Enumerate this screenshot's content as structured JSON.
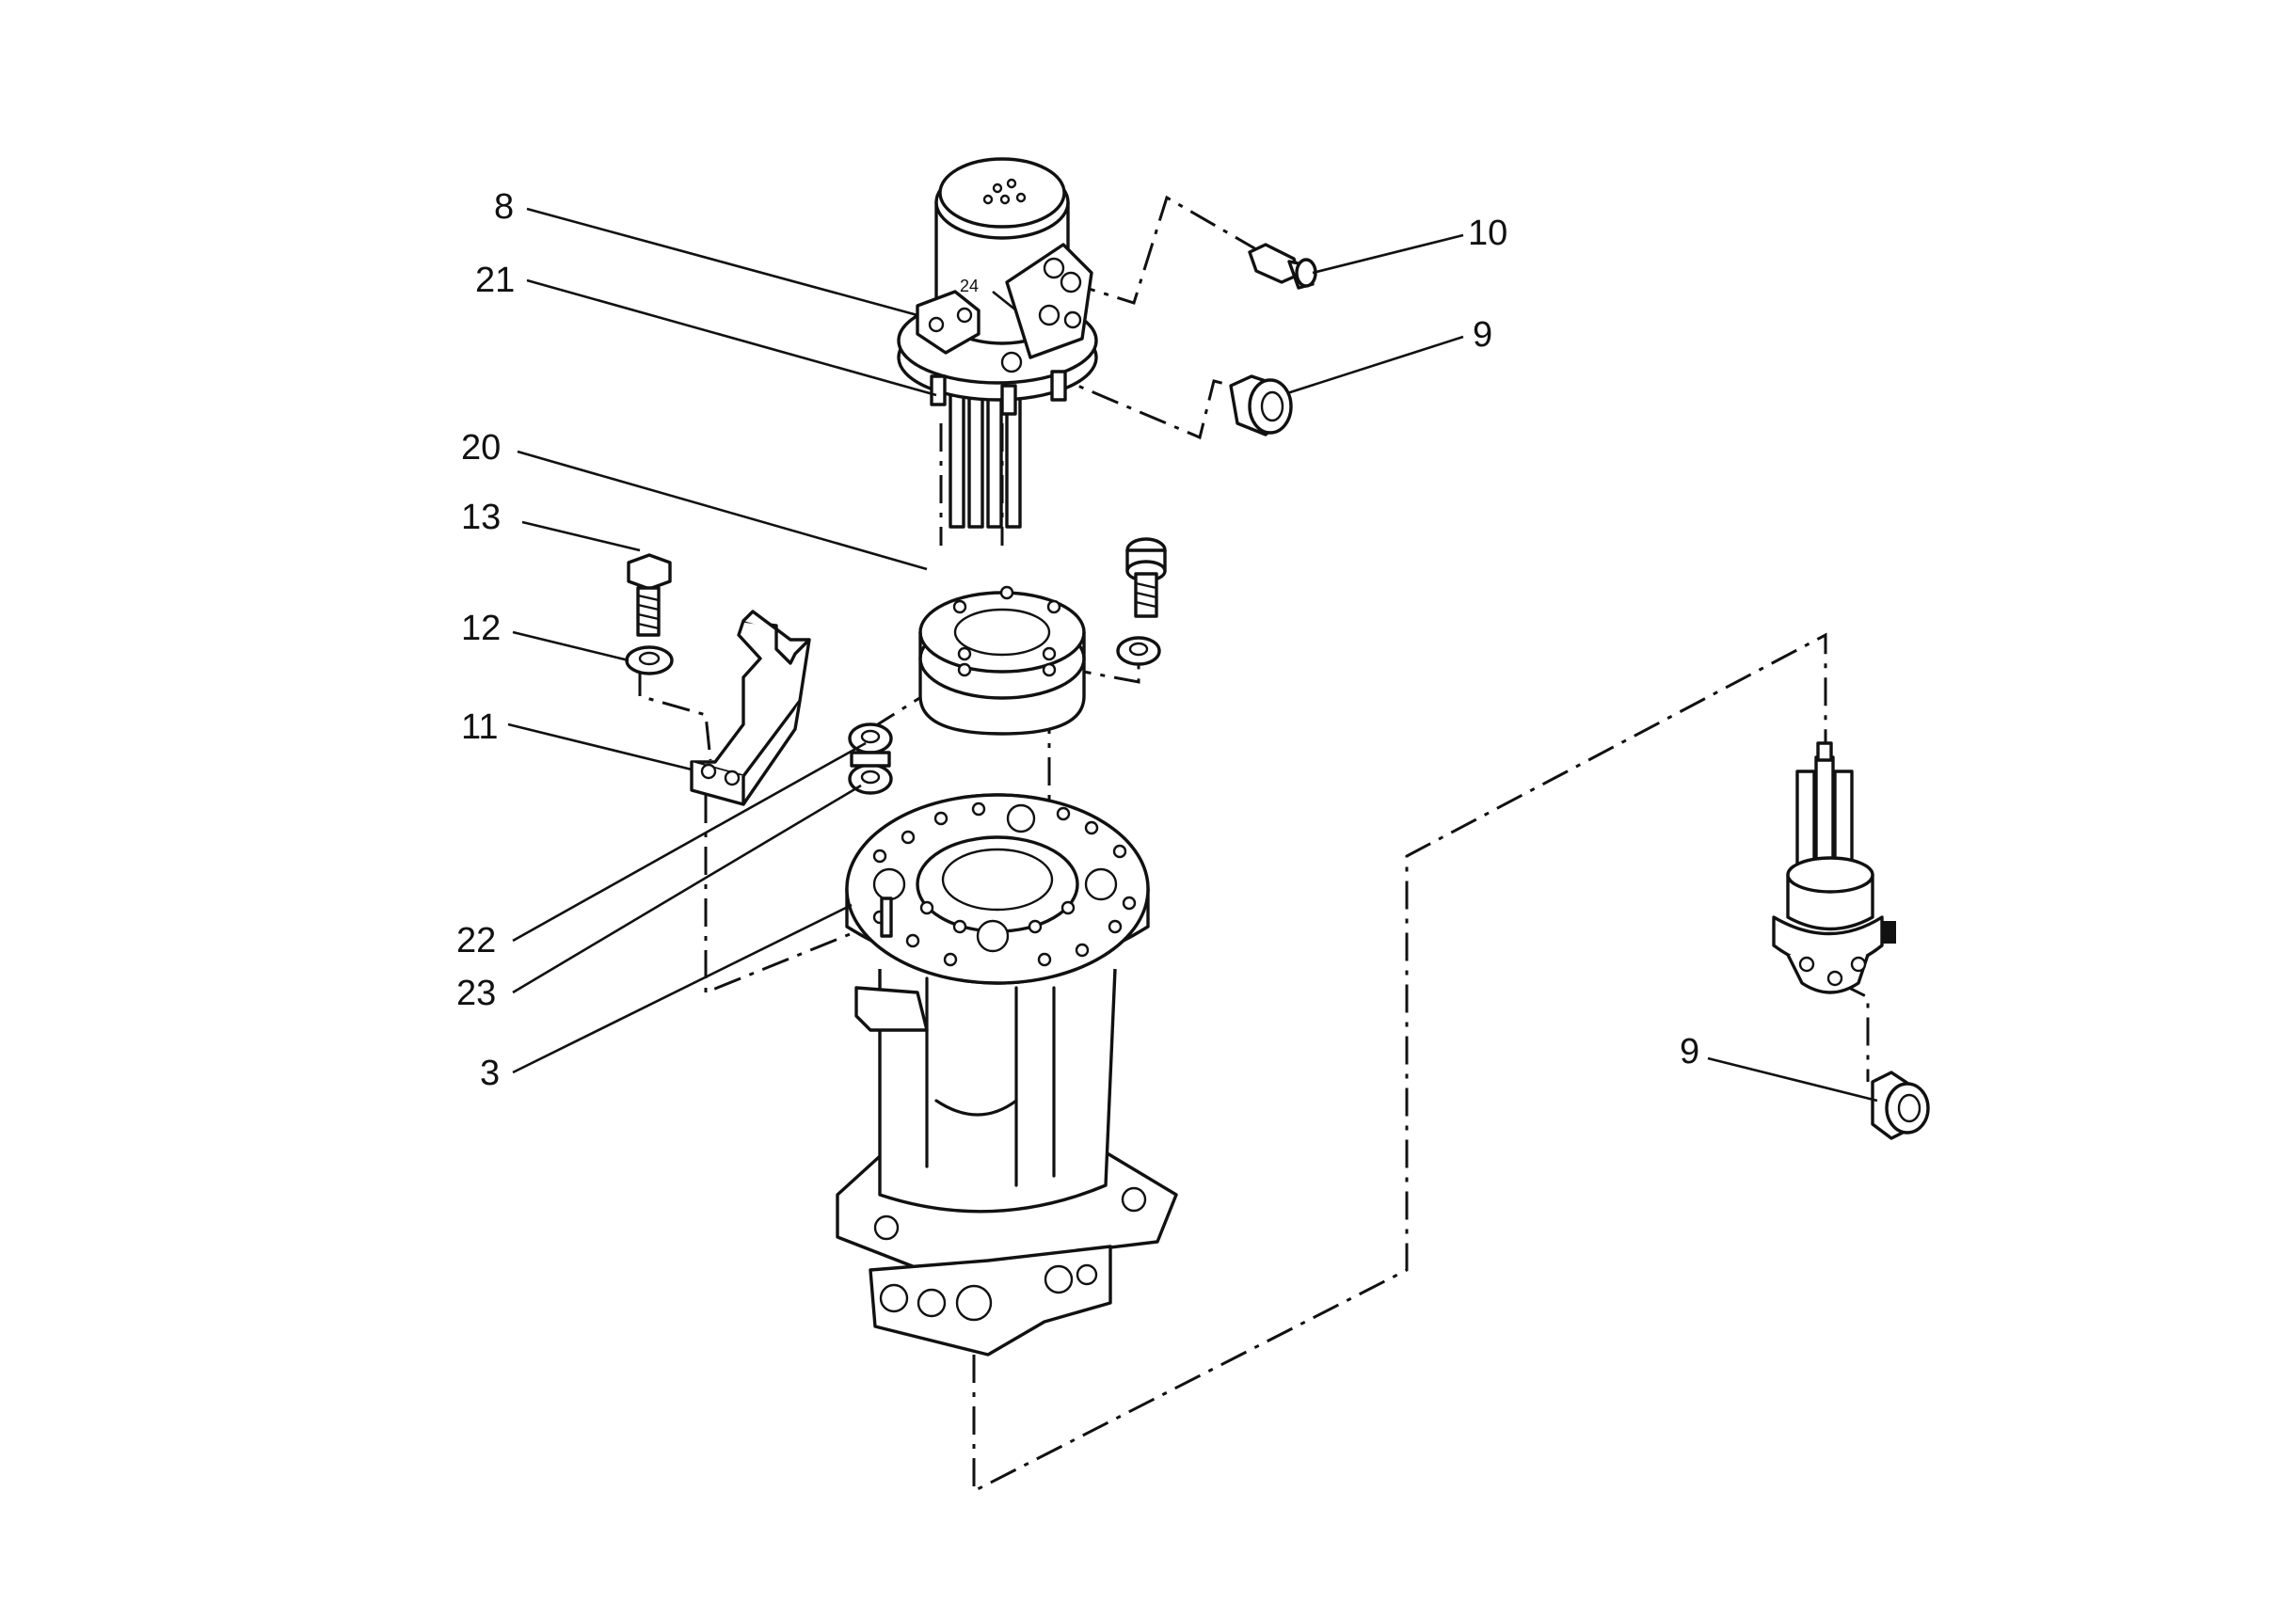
{
  "callouts": {
    "c8": "8",
    "c21": "21",
    "c20": "20",
    "c13": "13",
    "c12": "12",
    "c11": "11",
    "c22": "22",
    "c23": "23",
    "c3": "3",
    "c10": "10",
    "c9_top": "9",
    "c9_right": "9",
    "inner_24": "24"
  }
}
